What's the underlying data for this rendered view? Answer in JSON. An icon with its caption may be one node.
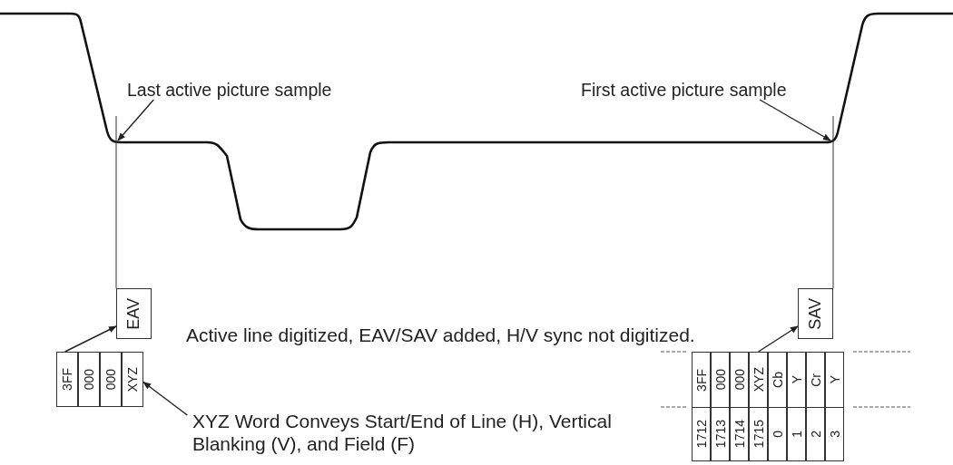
{
  "diagram": {
    "nodes": [
      {
        "text": [
          "Last active picture sample"
        ]
      },
      {
        "text": [
          "First active picture sample"
        ]
      },
      {
        "text": [
          "EAV"
        ]
      },
      {
        "text": [
          "SAV"
        ]
      },
      {
        "text": [
          "3FF"
        ]
      },
      {
        "text": [
          "000"
        ]
      },
      {
        "text": [
          "000"
        ]
      },
      {
        "text": [
          "XYZ"
        ]
      },
      {
        "text": [
          "3FF"
        ]
      },
      {
        "text": [
          "000"
        ]
      },
      {
        "text": [
          "000"
        ]
      },
      {
        "text": [
          "XYZ"
        ]
      },
      {
        "text": [
          "Cb"
        ]
      },
      {
        "text": [
          "Y"
        ]
      },
      {
        "text": [
          "Cr"
        ]
      },
      {
        "text": [
          "Y"
        ]
      },
      {
        "text": [
          "1712"
        ]
      },
      {
        "text": [
          "1713"
        ]
      },
      {
        "text": [
          "1714"
        ]
      },
      {
        "text": [
          "1715"
        ]
      },
      {
        "text": [
          "0"
        ]
      },
      {
        "text": [
          "1"
        ]
      },
      {
        "text": [
          "2"
        ]
      },
      {
        "text": [
          "3"
        ]
      },
      {
        "text": [
          "XYZ Word Conveys Start/End of Line (H), Vertical Blanking (V), and Field (F)"
        ]
      }
    ],
    "edges": [
      {
        "from": 0,
        "to": null,
        "arrow": "to"
      },
      {
        "from": 1,
        "to": null,
        "arrow": "to"
      },
      {
        "from": 4,
        "to": 2,
        "arrow": "to"
      },
      {
        "from": 24,
        "to": 7,
        "arrow": "to"
      },
      {
        "from": 11,
        "to": 3,
        "arrow": "to"
      }
    ],
    "labels": [
      "Active line digitized, EAV/SAV added, H/V sync not digitized."
    ]
  }
}
